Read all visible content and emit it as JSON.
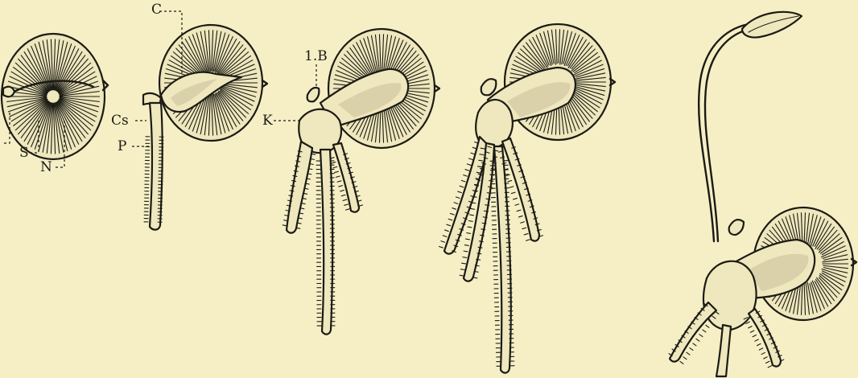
{
  "figure": {
    "labels": {
      "C": "C",
      "Cs": "Cs",
      "P": "P",
      "S": "S",
      "N": "N",
      "B": "1.B",
      "K": "K"
    }
  }
}
